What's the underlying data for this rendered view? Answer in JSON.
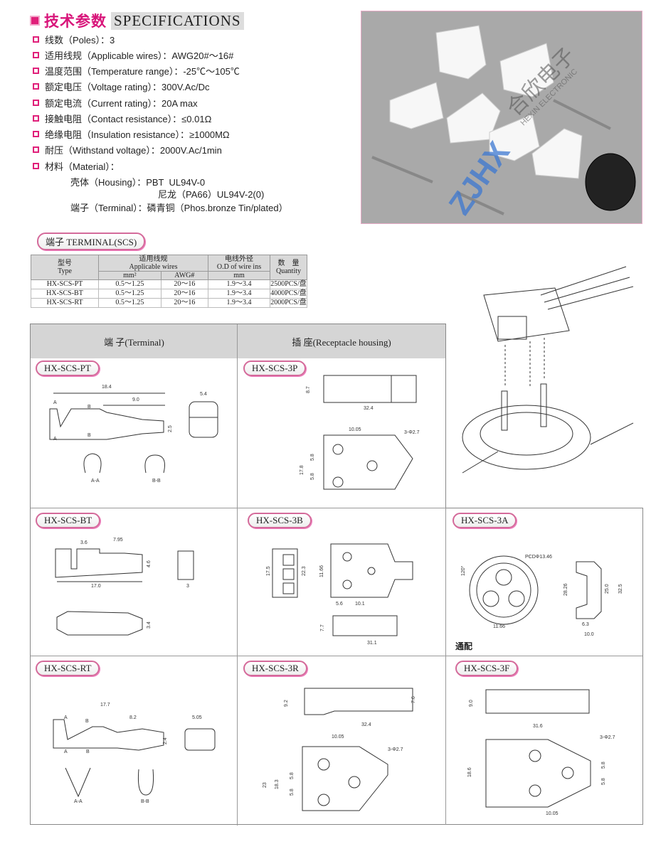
{
  "header": {
    "title_cn": "技术参数",
    "title_en": "SPECIFICATIONS"
  },
  "specs": [
    "线数（Poles）：3",
    "适用线规（Applicable wires）：AWG20#～16#",
    "温度范围（Temperature range）：-25℃～105℃",
    "额定电压（Voltage rating）：300V.Ac/Dc",
    "额定电流（Current rating）：20A max",
    "接触电阻（Contact resistance）：≤0.01Ω",
    "绝缘电阻（Insulation resistance）：≥1000MΩ",
    "耐压（Withstand voltage）：2000V.Ac/1min",
    "材料（Material）："
  ],
  "material": [
    "壳体（Housing）：PBT  UL94V-0",
    "尼龙（PA66）UL94V-2(0)",
    "端子（Terminal）：磷青铜（Phos.bronze Tin/plated）"
  ],
  "photo": {
    "watermark": "ZJHX",
    "brand_cn": "合欣电子",
    "brand_en": "HEXIN ELECTRONIC"
  },
  "terminal_section": {
    "label": "端子 TERMINAL(SCS)"
  },
  "table": {
    "headers": {
      "type_cn": "型号",
      "type_en": "Type",
      "wires_cn": "适用线规",
      "wires_en": "Applicable wires",
      "mm2": "mm²",
      "awg": "AWG#",
      "od_cn": "电线外径",
      "od_en": "O.D of wire ins",
      "od_unit": "mm",
      "qty_cn": "数　量",
      "qty_en": "Quantity"
    },
    "rows": [
      {
        "type": "HX-SCS-PT",
        "mm2": "0.5～1.25",
        "awg": "20～16",
        "od": "1.9～3.4",
        "qty": "2500PCS/盘"
      },
      {
        "type": "HX-SCS-BT",
        "mm2": "0.5～1.25",
        "awg": "20～16",
        "od": "1.9～3.4",
        "qty": "4000PCS/盘"
      },
      {
        "type": "HX-SCS-RT",
        "mm2": "0.5～1.25",
        "awg": "20～16",
        "od": "1.9～3.4",
        "qty": "2000PCS/盘"
      }
    ]
  },
  "grid": {
    "col1": "端 子(Terminal)",
    "col2": "插 座(Receptacle housing)"
  },
  "cells": {
    "pt": {
      "tag": "HX-SCS-PT",
      "dims": [
        "18.4",
        "9.0",
        "2.5",
        "5.4",
        "A",
        "B",
        "B",
        "A",
        "A-A",
        "B-B"
      ]
    },
    "p3": {
      "tag": "HX-SCS-3P",
      "dims": [
        "8.7",
        "32.4",
        "10.05",
        "3-Φ2.7",
        "5.8",
        "17.8",
        "5.8"
      ]
    },
    "bt": {
      "tag": "HX-SCS-BT",
      "dims": [
        "3.6",
        "7.95",
        "4.6",
        "17.0",
        "3",
        "3.4"
      ]
    },
    "b3": {
      "tag": "HX-SCS-3B",
      "dims": [
        "17.5",
        "22.3",
        "11.66",
        "5.6",
        "10.1",
        "7.7",
        "31.1"
      ]
    },
    "a3": {
      "tag": "HX-SCS-3A",
      "dims": [
        "PCDΦ13.46",
        "120°",
        "11.66",
        "28.26",
        "25.0",
        "32.5",
        "6.3",
        "10.0"
      ],
      "note": "通配"
    },
    "rt": {
      "tag": "HX-SCS-RT",
      "dims": [
        "17.7",
        "8.2",
        "5.05",
        "A",
        "B",
        "2.4",
        "A",
        "B",
        "A-A",
        "B-B"
      ]
    },
    "r3": {
      "tag": "HX-SCS-3R",
      "dims": [
        "9.2",
        "7.6",
        "32.4",
        "10.05",
        "3-Φ2.7",
        "5.8",
        "23",
        "18.3",
        "5.8"
      ]
    },
    "f3": {
      "tag": "HX-SCS-3F",
      "dims": [
        "9.0",
        "31.6",
        "3-Φ2.7",
        "18.6",
        "5.8",
        "5.8",
        "10.05"
      ]
    }
  }
}
